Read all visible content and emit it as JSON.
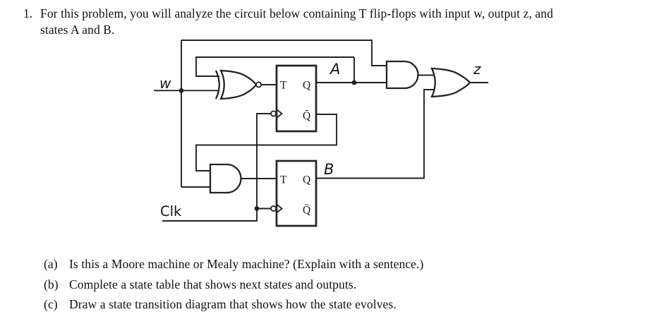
{
  "problem": {
    "number": "1.",
    "statement_line1": "For this problem, you will analyze the circuit below containing T flip-flops with input w, output z, and",
    "statement_line2": "states A and B."
  },
  "circuit": {
    "labels": {
      "input": "w",
      "clock": "Clk",
      "output": "z",
      "state_a": "A",
      "state_b": "B"
    },
    "flipflop_a": {
      "t": "T",
      "q": "Q",
      "q_bar": "Q̄"
    },
    "flipflop_b": {
      "t": "T",
      "q": "Q",
      "q_bar": "Q̄"
    },
    "gate_types": [
      "xnor",
      "and",
      "and",
      "or"
    ],
    "colors": {
      "ink": "#222222",
      "background": "#ffffff"
    }
  },
  "questions": [
    {
      "label": "(a)",
      "text": "Is this a Moore machine or Mealy machine? (Explain with a sentence.)"
    },
    {
      "label": "(b)",
      "text": "Complete a state table that shows next states and outputs."
    },
    {
      "label": "(c)",
      "text": "Draw a state transition diagram that shows how the state evolves."
    }
  ]
}
